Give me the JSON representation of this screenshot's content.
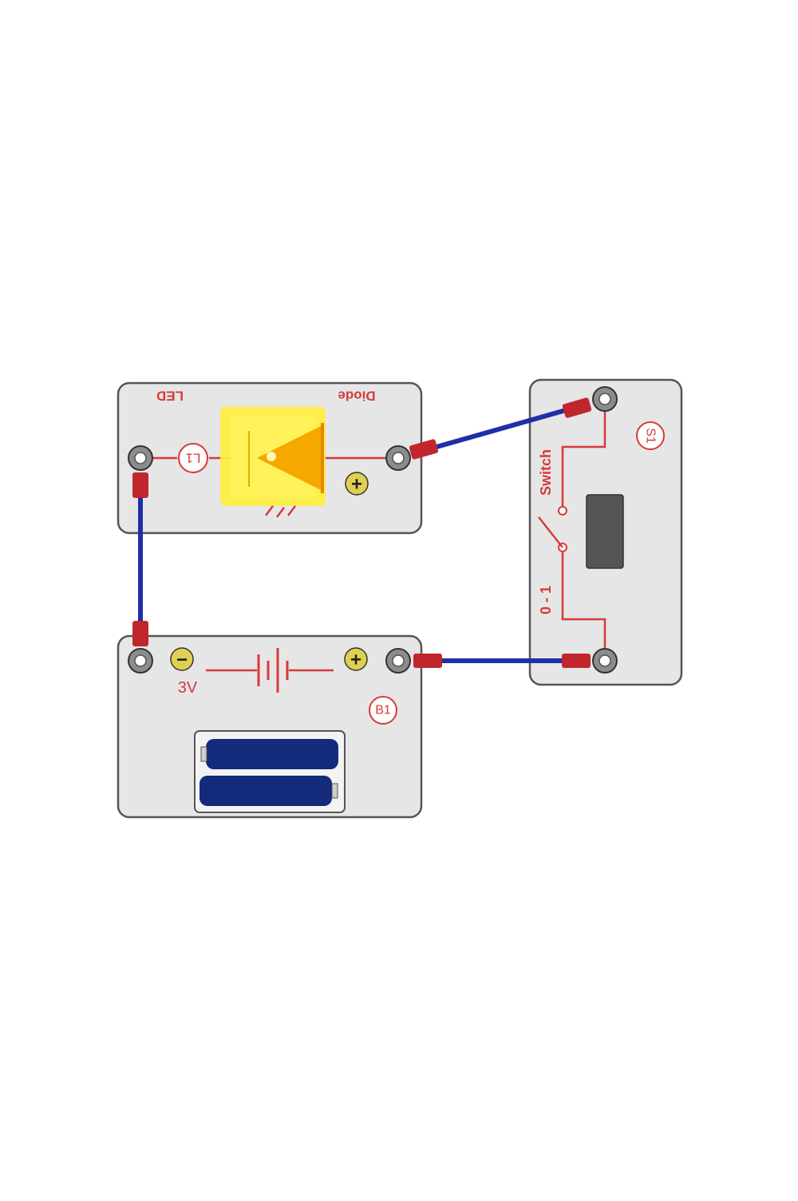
{
  "modules": {
    "led": {
      "label_led": "LED",
      "label_diode": "Diode",
      "designator": "L1",
      "plus_symbol": "+"
    },
    "switch": {
      "label_switch": "Switch",
      "label_states": "0 - 1",
      "designator": "S1"
    },
    "battery": {
      "label_voltage": "3V",
      "designator": "B1",
      "minus_symbol": "−",
      "plus_symbol": "+"
    }
  },
  "colors": {
    "board_fill": "#e6e6e6",
    "board_stroke": "#555555",
    "trace": "#d63a3a",
    "wire": "#1e2fa8",
    "wire_end": "#c0262c",
    "led_glow": "#ffee40",
    "led_body": "#f5a800",
    "cell": "#142a7a",
    "snap_ring": "#8c8c8c"
  }
}
